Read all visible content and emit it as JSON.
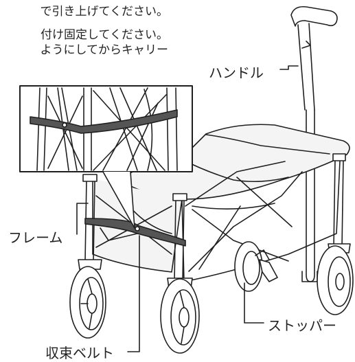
{
  "instructions": [
    "で引き上げてください。",
    "付け固定してください。",
    "ようにしてからキャリー"
  ],
  "labels": {
    "handle": "ハンドル",
    "frame": "フレーム",
    "belt": "収束ベルト",
    "stopper": "ストッパー"
  },
  "colors": {
    "stroke": "#1f1f1f",
    "belt": "#555555",
    "fabric": "#f4f4f4",
    "background": "#ffffff"
  }
}
